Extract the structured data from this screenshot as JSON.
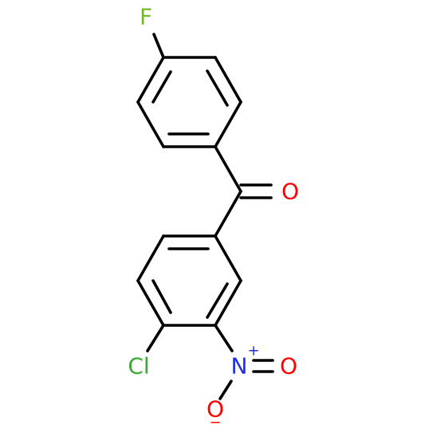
{
  "structure": {
    "atoms": {
      "fluorine": {
        "symbol": "F",
        "color": "#76b82a"
      },
      "carbonyl_oxygen": {
        "symbol": "O",
        "color": "#ff0000"
      },
      "chlorine": {
        "symbol": "Cl",
        "color": "#3aa935"
      },
      "nitro_nitrogen": {
        "symbol": "N",
        "charge": "+",
        "color": "#1d2fe0"
      },
      "nitro_oxygen_double": {
        "symbol": "O",
        "color": "#ff0000"
      },
      "nitro_oxygen_single": {
        "symbol": "O",
        "charge": "−",
        "color": "#ff0000"
      }
    }
  }
}
